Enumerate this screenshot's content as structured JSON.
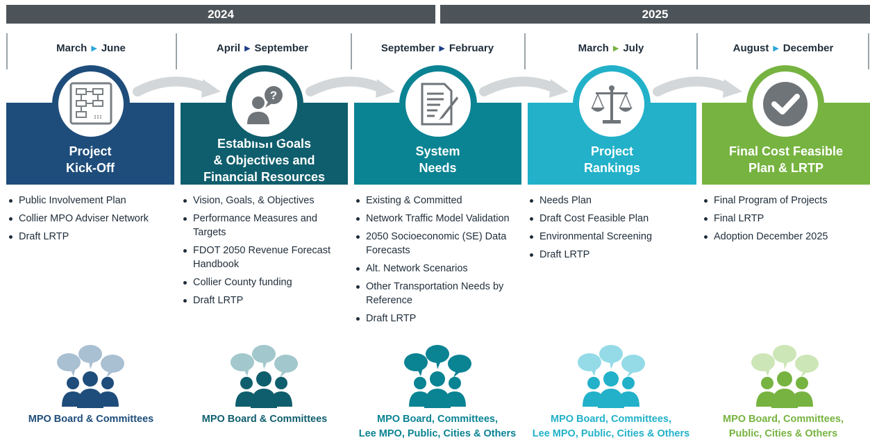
{
  "years": [
    "2024",
    "2025"
  ],
  "colors": {
    "year_bar": "#4d5459",
    "phase1": "#1e4d7b",
    "phase2": "#0f5e6d",
    "phase3": "#0a8393",
    "phase4": "#22b1c9",
    "phase5": "#77b340",
    "phase1_light": "#a9bfd2",
    "phase2_light": "#a2c7cc",
    "phase3_light": "#0a8393",
    "phase4_light": "#94dbe7",
    "phase5_light": "#cde6b7"
  },
  "phases": [
    {
      "range_start": "March",
      "range_end": "June",
      "icon": "flowchart-icon",
      "title_lines": [
        "Project",
        "Kick-Off"
      ],
      "bullets": [
        "Public Involvement Plan",
        "Collier MPO Adviser Network",
        "Draft LRTP"
      ],
      "footer_lines": [
        "MPO Board & Committees"
      ]
    },
    {
      "range_start": "April",
      "range_end": "September",
      "icon": "question-person-icon",
      "title_lines": [
        "Establish Goals",
        "& Objectives and",
        "Financial Resources"
      ],
      "bullets": [
        "Vision, Goals, & Objectives",
        "Performance Measures and Targets",
        "FDOT 2050 Revenue Forecast Handbook",
        "Collier County funding",
        "Draft LRTP"
      ],
      "footer_lines": [
        "MPO Board & Committees"
      ]
    },
    {
      "range_start": "September",
      "range_end": "February",
      "icon": "document-pen-icon",
      "title_lines": [
        "System",
        "Needs"
      ],
      "bullets": [
        "Existing & Committed",
        "Network Traffic Model Validation",
        "2050 Socioeconomic (SE) Data Forecasts",
        "Alt. Network Scenarios",
        "Other Transportation Needs by Reference",
        "Draft LRTP"
      ],
      "footer_lines": [
        "MPO Board, Committees,",
        "Lee MPO, Public, Cities & Others"
      ]
    },
    {
      "range_start": "March",
      "range_end": "July",
      "icon": "scales-icon",
      "title_lines": [
        "Project",
        "Rankings"
      ],
      "bullets": [
        "Needs Plan",
        "Draft Cost Feasible Plan",
        "Environmental Screening",
        "Draft LRTP"
      ],
      "footer_lines": [
        "MPO Board, Committees,",
        "Lee MPO, Public, Cities & Others"
      ]
    },
    {
      "range_start": "August",
      "range_end": "December",
      "icon": "checkmark-icon",
      "title_lines": [
        "Final Cost Feasible",
        "Plan & LRTP"
      ],
      "bullets": [
        "Final Program of Projects",
        "Final LRTP",
        "Adoption December 2025"
      ],
      "footer_lines": [
        "MPO Board, Committees,",
        "Public, Cities & Others"
      ]
    }
  ]
}
